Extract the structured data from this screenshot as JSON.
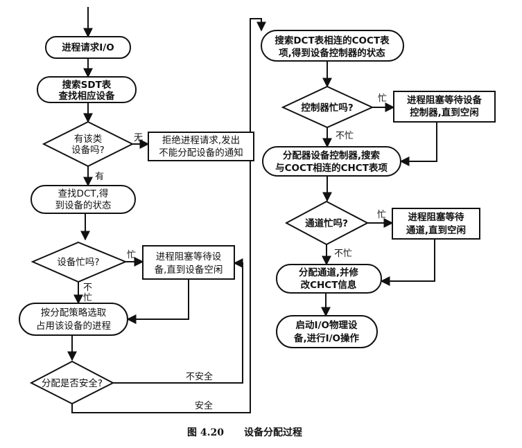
{
  "nodes": {
    "request": {
      "lines": [
        "进程请求I/O"
      ]
    },
    "search_sdt": {
      "lines": [
        "搜索SDT表",
        "查找相应设备"
      ]
    },
    "has_device": {
      "lines": [
        "有该类",
        "设备吗?"
      ]
    },
    "reject": {
      "lines": [
        "拒绝进程请求,发出",
        "不能分配设备的通知"
      ]
    },
    "find_dct": {
      "lines": [
        "查找DCT,得",
        "到设备的状态"
      ]
    },
    "dev_busy": {
      "lines": [
        "设备忙吗?"
      ]
    },
    "block_dev": {
      "lines": [
        "进程阻塞等待设",
        "备,直到设备空闲"
      ]
    },
    "alloc_policy": {
      "lines": [
        "按分配策略选取",
        "占用该设备的进程"
      ]
    },
    "safe": {
      "lines": [
        "分配是否安全?"
      ]
    },
    "search_coct": {
      "lines": [
        "搜索DCT表相连的COCT表",
        "项,得到设备控制器的状态"
      ]
    },
    "ctrl_busy": {
      "lines": [
        "控制器忙吗?"
      ]
    },
    "block_ctrl": {
      "lines": [
        "进程阻塞等待设备",
        "控制器,直到空闲"
      ]
    },
    "alloc_ctrl": {
      "lines": [
        "分配器设备控制器,搜索",
        "与COCT相连的CHCT表项"
      ]
    },
    "chan_busy": {
      "lines": [
        "通道忙吗?"
      ]
    },
    "block_chan": {
      "lines": [
        "进程阻塞等待",
        "通道,直到空闲"
      ]
    },
    "alloc_chan": {
      "lines": [
        "分配通道,并修",
        "改CHCT信息"
      ]
    },
    "start_io": {
      "lines": [
        "启动I/O物理设",
        "备,进行I/O操作"
      ]
    }
  },
  "edge_labels": {
    "no_device": "无",
    "has": "有",
    "busy_dev": "忙",
    "not_busy_dev_1": "不",
    "not_busy_dev_2": "忙",
    "unsafe": "不安全",
    "safe": "安全",
    "busy_ctrl": "忙",
    "not_busy_ctrl": "不忙",
    "busy_chan": "忙",
    "not_busy_chan": "不忙"
  },
  "caption": {
    "figure_no": "图 4.20",
    "title": "设备分配过程"
  }
}
